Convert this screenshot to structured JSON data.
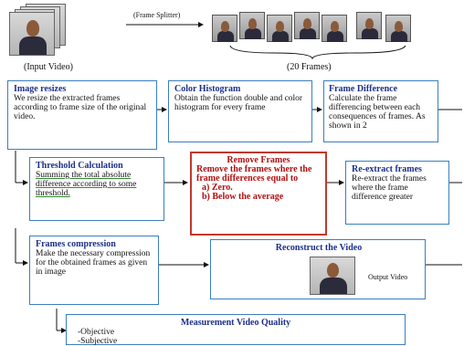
{
  "top": {
    "frame_splitter_label": "(Frame Splitter)",
    "input_video_label": "(Input Video)",
    "frames_count_label": "(20 Frames)"
  },
  "boxes": {
    "image_resizes": {
      "title": "Image resizes",
      "text": "We resize the extracted frames according to frame size of the original video."
    },
    "color_histogram": {
      "title": "Color Histogram",
      "text": "Obtain the function double and color histogram for every frame"
    },
    "frame_difference": {
      "title": "Frame Difference",
      "text": "Calculate the frame differencing between each consequences of frames. As shown in 2"
    },
    "threshold": {
      "title": "Threshold Calculation",
      "text": "Summing the total absolute difference according to some threshold."
    },
    "remove_frames": {
      "title": "Remove Frames",
      "text": "Remove the frames where the frame differences equal to",
      "item_a": "a) Zero.",
      "item_b": "b) Below the average"
    },
    "re_extract": {
      "title": "Re-extract frames",
      "text": "Re-extract the frames where the frame difference greater"
    },
    "compression": {
      "title": "Frames compression",
      "text": "Make the necessary compression for the obtained frames as given in image"
    },
    "reconstruct": {
      "title": "Reconstruct the Video",
      "output_label": "Output Video"
    },
    "measurement": {
      "title": "Measurement Video Quality",
      "item_1": "-Objective",
      "item_2": "-Subjective"
    }
  }
}
